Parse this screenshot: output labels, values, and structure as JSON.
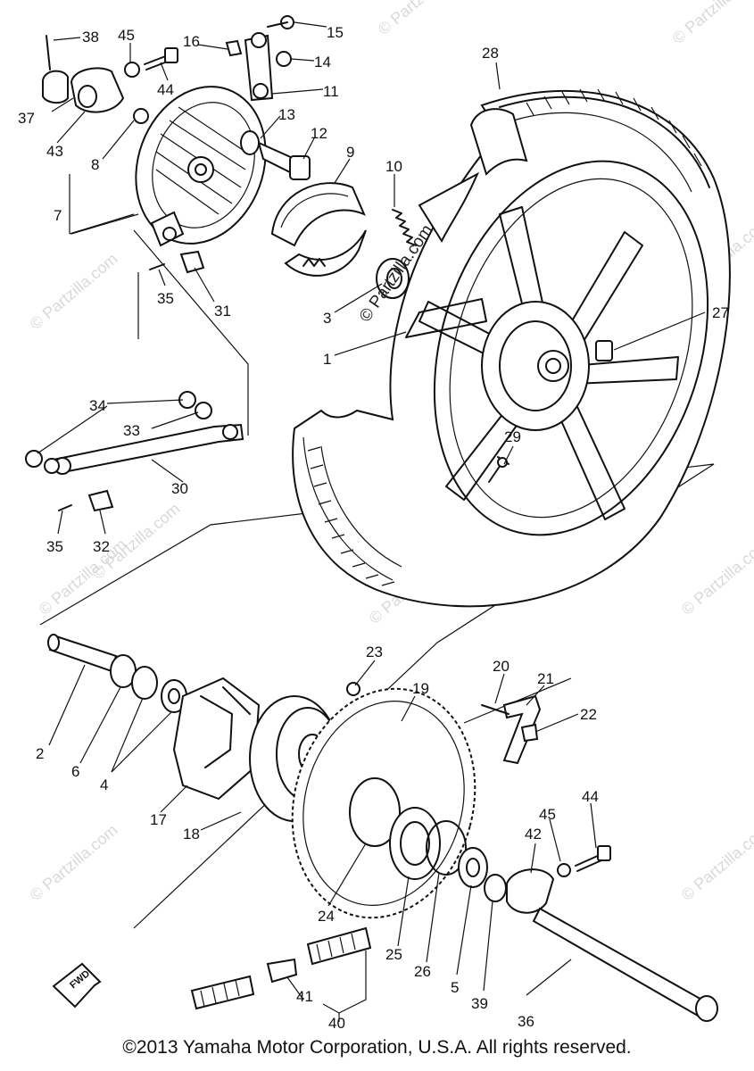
{
  "copyright": "©2013 Yamaha Motor Corporation, U.S.A. All rights reserved.",
  "watermark": "© Partzilla.com",
  "fwd_label": "FWD",
  "callouts": [
    "1",
    "2",
    "3",
    "4",
    "5",
    "6",
    "7",
    "8",
    "9",
    "10",
    "11",
    "12",
    "13",
    "14",
    "15",
    "16",
    "17",
    "18",
    "19",
    "20",
    "21",
    "22",
    "23",
    "24",
    "25",
    "26",
    "27",
    "28",
    "29",
    "30",
    "31",
    "32",
    "33",
    "34",
    "35",
    "36",
    "37",
    "38",
    "39",
    "40",
    "41",
    "42",
    "43",
    "44",
    "45"
  ]
}
